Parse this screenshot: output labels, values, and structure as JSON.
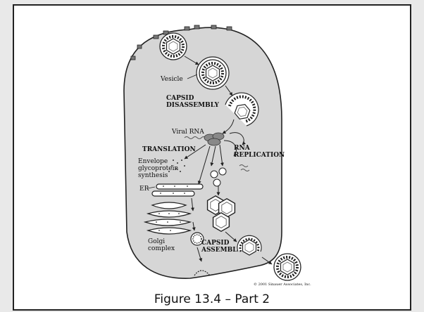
{
  "caption": "Figure 13.4 – Part 2",
  "labels": {
    "vesicle": "Vesicle",
    "capsid_disassembly_1": "CAPSID",
    "capsid_disassembly_2": "DISASSEMBLY",
    "viral_rna": "Viral RNA",
    "translation": "TRANSLATION",
    "rna_replication_1": "RNA",
    "rna_replication_2": "REPLICATION",
    "envelope_1": "Envelope",
    "envelope_2": "glycoprotein",
    "envelope_3": "synthesis",
    "er": "ER",
    "golgi_1": "Golgi",
    "golgi_2": "complex",
    "capsid_assembly_1": "CAPSID",
    "capsid_assembly_2": "ASSEMBLY",
    "copyright": "© 2001 Sinauer Associates, Inc."
  }
}
